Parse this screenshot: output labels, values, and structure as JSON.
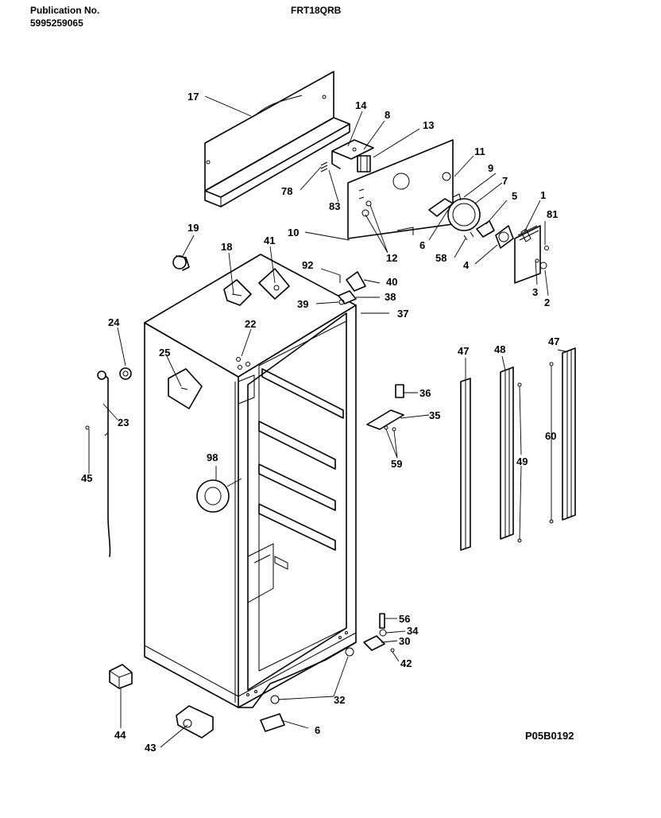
{
  "header": {
    "publication_label": "Publication No.",
    "publication_number": "5995259065",
    "model": "FRT18QRB"
  },
  "figure_code": "P05B0192",
  "callouts": [
    "17",
    "14",
    "8",
    "13",
    "78",
    "83",
    "11",
    "9",
    "7",
    "5",
    "1",
    "81",
    "10",
    "12",
    "6",
    "58",
    "4",
    "3",
    "2",
    "19",
    "18",
    "41",
    "92",
    "40",
    "38",
    "39",
    "37",
    "24",
    "22",
    "25",
    "23",
    "45",
    "47",
    "48",
    "47",
    "36",
    "35",
    "59",
    "60",
    "49",
    "98",
    "56",
    "34",
    "30",
    "42",
    "32",
    "44",
    "43",
    "6"
  ]
}
